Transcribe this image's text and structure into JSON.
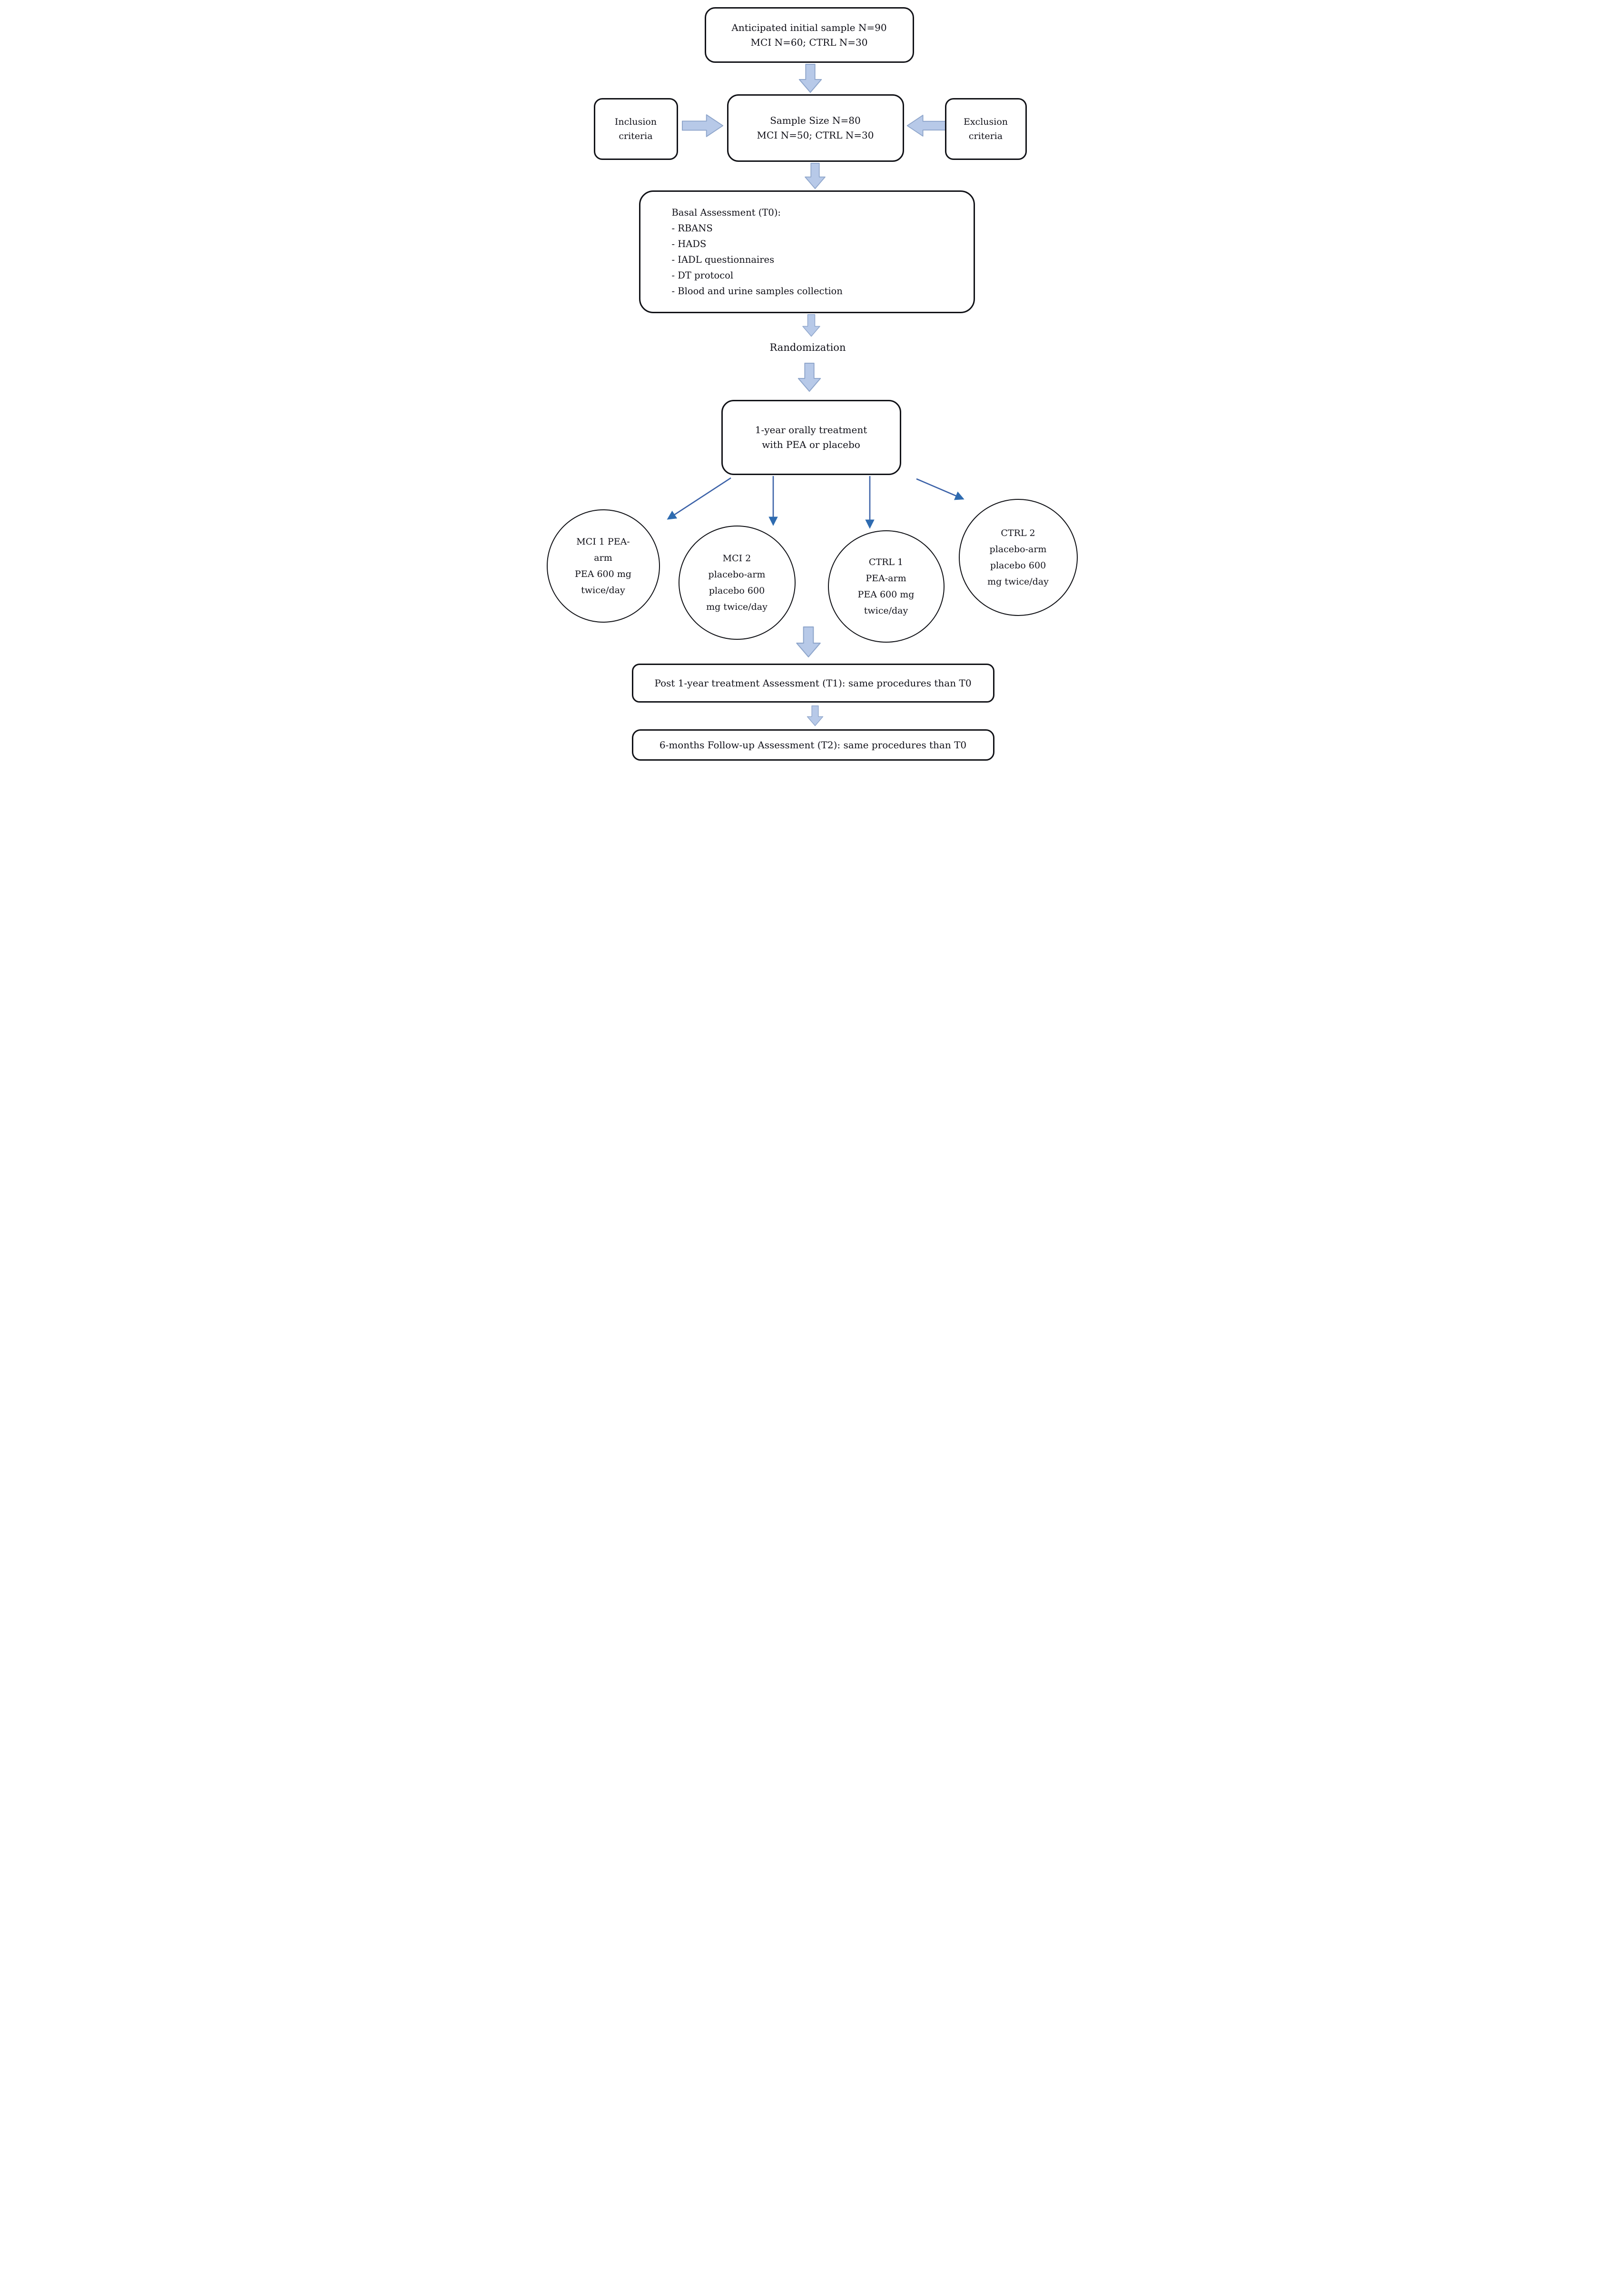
{
  "diagram": {
    "top_box": {
      "line1": "Anticipated initial sample N=90",
      "line2": "MCI N=60; CTRL N=30"
    },
    "inclusion_box": {
      "line1": "Inclusion",
      "line2": "criteria"
    },
    "sample_box": {
      "line1": "Sample Size N=80",
      "line2": "MCI N=50; CTRL N=30"
    },
    "exclusion_box": {
      "line1": "Exclusion",
      "line2": "criteria"
    },
    "basal_box": {
      "title": "Basal Assessment (T0):",
      "items": [
        "- RBANS",
        "- HADS",
        "- IADL questionnaires",
        "- DT protocol",
        "- Blood and urine samples collection"
      ]
    },
    "randomization_label": "Randomization",
    "treatment_box": {
      "line1": "1-year orally treatment",
      "line2": "with PEA or placebo"
    },
    "circles": [
      {
        "lines": [
          "MCI 1 PEA-",
          "arm",
          "PEA 600 mg",
          "twice/day"
        ]
      },
      {
        "lines": [
          "MCI 2",
          "placebo-arm",
          "placebo 600",
          "mg twice/day"
        ]
      },
      {
        "lines": [
          "CTRL 1",
          "PEA-arm",
          "PEA 600 mg",
          "twice/day"
        ]
      },
      {
        "lines": [
          "CTRL 2",
          "placebo-arm",
          "placebo 600",
          "mg twice/day"
        ]
      }
    ],
    "t1_box": "Post 1-year treatment Assessment (T1): same procedures than T0",
    "t2_box": "6-months Follow-up Assessment (T2): same procedures than T0",
    "colors": {
      "block_arrow_fill": "#b7c9e8",
      "block_arrow_border": "#8fa6cb",
      "thin_arrow_line": "#3c62a8",
      "thin_arrow_head": "#2e6bb0",
      "box_border": "#111217"
    }
  }
}
